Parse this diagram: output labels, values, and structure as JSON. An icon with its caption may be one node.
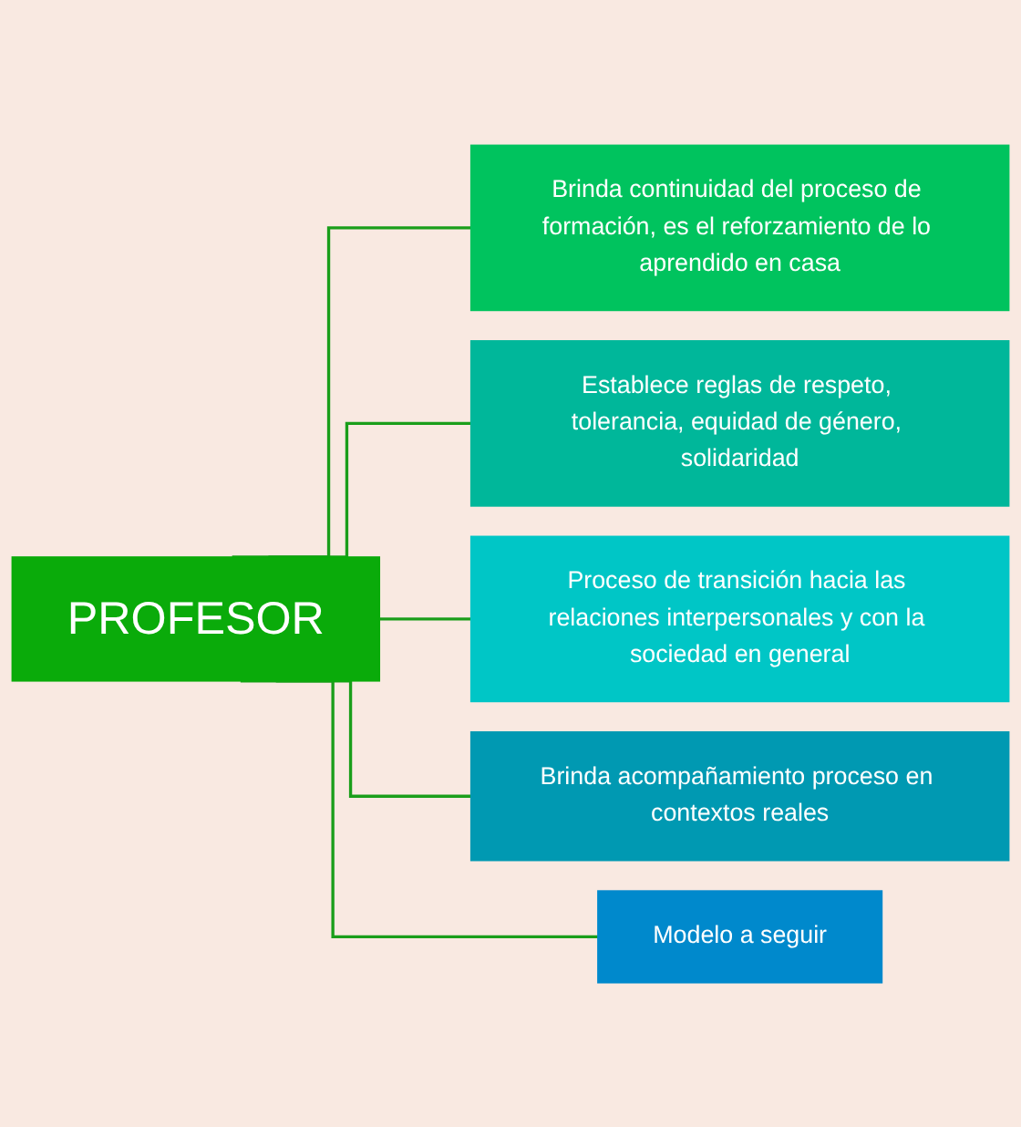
{
  "diagram": {
    "nodes": [
      {
        "text": [
          "PROFESOR"
        ]
      },
      {
        "text": [
          "Brinda continuidad del proceso de formación, es el reforzamiento de lo aprendido en casa"
        ]
      },
      {
        "text": [
          "Establece reglas de respeto, tolerancia, equidad de género, solidaridad"
        ]
      },
      {
        "text": [
          "Proceso de transición hacia las relaciones interpersonales y con la sociedad en general"
        ]
      },
      {
        "text": [
          "Brinda acompañamiento proceso en contextos reales"
        ]
      },
      {
        "text": [
          "Modelo a seguir"
        ]
      }
    ],
    "edges": [
      {
        "from": 0,
        "to": 1,
        "arrow": "none"
      },
      {
        "from": 0,
        "to": 2,
        "arrow": "none"
      },
      {
        "from": 0,
        "to": 3,
        "arrow": "none"
      },
      {
        "from": 0,
        "to": 4,
        "arrow": "none"
      },
      {
        "from": 0,
        "to": 5,
        "arrow": "none"
      }
    ]
  }
}
